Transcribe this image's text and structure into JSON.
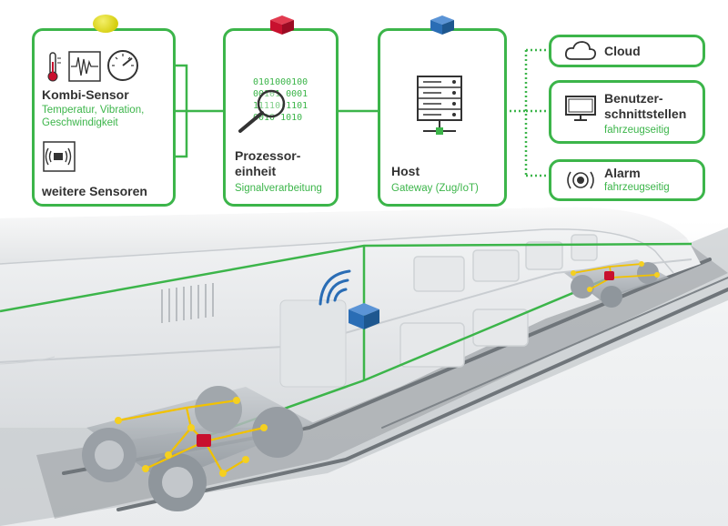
{
  "kombi": {
    "title": "Kombi-Sensor",
    "desc_1": "Temperatur, Vibration,",
    "desc_2": "Geschwindigkeit",
    "more": "weitere Sensoren"
  },
  "processor": {
    "title_1": "Prozessor-",
    "title_2": "einheit",
    "desc": "Signalverarbeitung",
    "binary": [
      "0101000100",
      "00101 0001",
      "11110(1101",
      "0010 1010"
    ]
  },
  "host": {
    "title": "Host",
    "desc": "Gateway (Zug/IoT)"
  },
  "outputs": {
    "cloud": "Cloud",
    "ui_title_1": "Benutzer-",
    "ui_title_2": "schnittstellen",
    "ui_sub": "fahrzeugseitig",
    "alarm_title": "Alarm",
    "alarm_sub": "fahrzeugseitig"
  },
  "colors": {
    "green": "#3cb54a",
    "yellow": "#d6cf10",
    "red": "#c8102e",
    "blue": "#2a6db5"
  },
  "icons": [
    "thermometer-icon",
    "vibration-icon",
    "speedometer-icon",
    "wireless-sensor-icon",
    "magnifier-icon",
    "server-icon",
    "cloud-icon",
    "monitor-icon",
    "alarm-icon",
    "wifi-icon"
  ]
}
